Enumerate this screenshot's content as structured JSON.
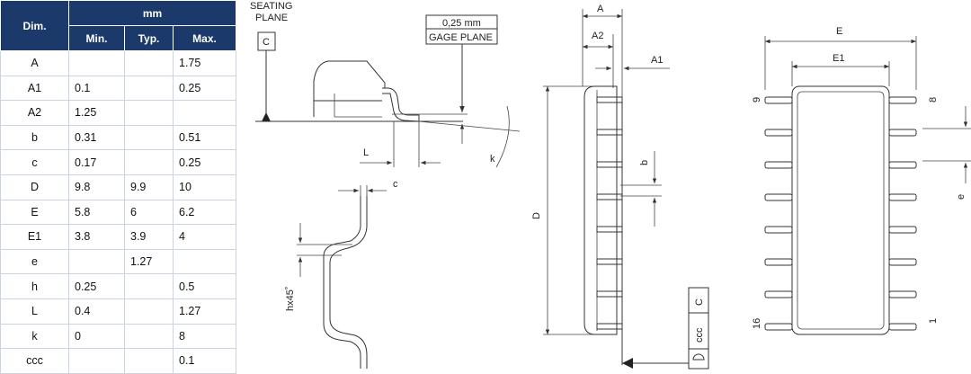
{
  "table": {
    "header": {
      "dim": "Dim.",
      "unit": "mm",
      "min": "Min.",
      "typ": "Typ.",
      "max": "Max."
    },
    "rows": [
      {
        "dim": "A",
        "min": "",
        "typ": "",
        "max": "1.75"
      },
      {
        "dim": "A1",
        "min": "0.1",
        "typ": "",
        "max": "0.25"
      },
      {
        "dim": "A2",
        "min": "1.25",
        "typ": "",
        "max": ""
      },
      {
        "dim": "b",
        "min": "0.31",
        "typ": "",
        "max": "0.51"
      },
      {
        "dim": "c",
        "min": "0.17",
        "typ": "",
        "max": "0.25"
      },
      {
        "dim": "D",
        "min": "9.8",
        "typ": "9.9",
        "max": "10"
      },
      {
        "dim": "E",
        "min": "5.8",
        "typ": "6",
        "max": "6.2"
      },
      {
        "dim": "E1",
        "min": "3.8",
        "typ": "3.9",
        "max": "4"
      },
      {
        "dim": "e",
        "min": "",
        "typ": "1.27",
        "max": ""
      },
      {
        "dim": "h",
        "min": "0.25",
        "typ": "",
        "max": "0.5"
      },
      {
        "dim": "L",
        "min": "0.4",
        "typ": "",
        "max": "1.27"
      },
      {
        "dim": "k",
        "min": "0",
        "typ": "",
        "max": "8"
      },
      {
        "dim": "ccc",
        "min": "",
        "typ": "",
        "max": "0.1"
      }
    ]
  },
  "drawing": {
    "seating_plane_1": "SEATING",
    "seating_plane_2": "PLANE",
    "datum_c": "C",
    "gage_value": "0,25 mm",
    "gage_plane": "GAGE PLANE",
    "label_L": "L",
    "label_k": "k",
    "label_c": "c",
    "label_h": "hx45˚",
    "label_A": "A",
    "label_A2": "A2",
    "label_A1": "A1",
    "label_D": "D",
    "label_b": "b",
    "label_ccc": "ccc",
    "label_E": "E",
    "label_E1": "E1",
    "label_e": "e",
    "pin_9": "9",
    "pin_8": "8",
    "pin_16": "16",
    "pin_1": "1"
  },
  "colors": {
    "header_bg": "#1b3a6b",
    "header_text": "#ffffff",
    "grid": "#c9d3e2",
    "line": "#333333"
  }
}
